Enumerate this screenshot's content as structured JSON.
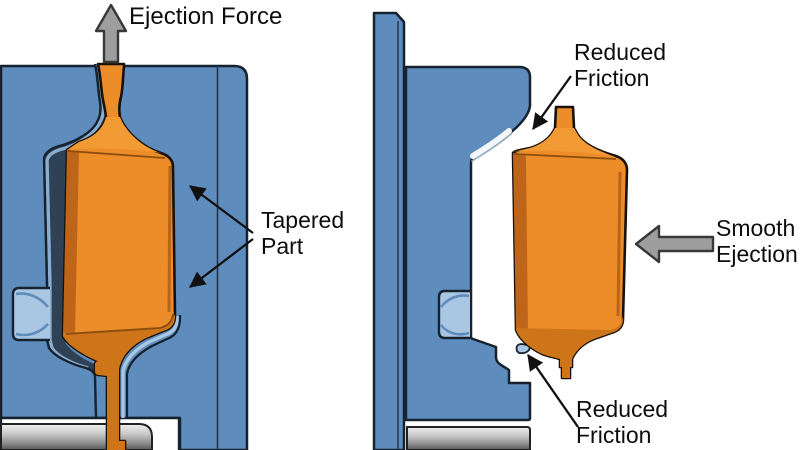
{
  "diagram": {
    "subject": "injection-molding-draft-angle-ejection",
    "left_panel": {
      "force_label": "Ejection Force",
      "part_label_line1": "Tapered",
      "part_label_line2": "Part"
    },
    "right_panel": {
      "friction_top_line1": "Reduced",
      "friction_top_line2": "Friction",
      "ejection_label_line1": "Smooth",
      "ejection_label_line2": "Ejection",
      "friction_bottom_line1": "Reduced",
      "friction_bottom_line2": "Friction"
    },
    "colors": {
      "mold_blue": "#5E8CBC",
      "cavity_shadow": "#2E4155",
      "cavity_light_band": "#89ADCF",
      "slot_light_blue": "#A9C7E3",
      "part_orange": "#EC8D2A",
      "part_orange_dark": "#BF6519",
      "part_orange_light": "#F29B35",
      "part_orange_lower": "#CE7519",
      "outline_navy": "#16222F",
      "arrow_gray": "#9E9E9E",
      "text_black": "#0D0D0D"
    }
  }
}
